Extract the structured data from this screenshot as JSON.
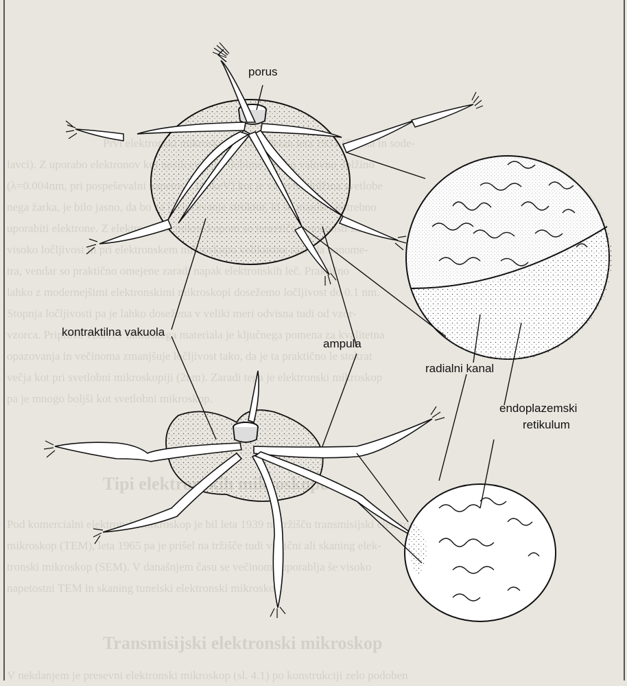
{
  "labels": {
    "porus": "porus",
    "kontraktilna_vakuola": "kontraktilna vakuola",
    "ampula": "ampula",
    "radialni_kanal": "radialni kanal",
    "endoplazemski": "endoplazemski",
    "retikulum": "retikulum"
  },
  "background_text": {
    "para1": [
      "Prvi elektronski mikroskop je bil izdelan leta 1931 (Ruska in sode-",
      "lavci). Z uporabo elektronov kot nosilcev slike dobimo kratko valovno dolžino",
      "(λ=0.004nm, pri pospeševalni napetosti 100keV) kot je valovna dolžina svetlobe",
      "nega žarka, je bilo jasno, da bo za razločevanje struktur, ki so manjše, potrebno",
      "uporabiti elektrone. Z elektronskim mikroskopom so teoretične možnosti za",
      "visoko ločljivost in pri elektronskem mikroskopu velikostne razreda nanome-",
      "tra, vendar so praktično omejene zaradi napak elektronskih leč. Praktično",
      "lahko z modernejšimi elektronskimi mikroskopi dosežemo ločljivost do 0.1 nm.",
      "Stopnja ločljivosti pa je lahko dosežena v veliki meri odvisna tudi od vzor-",
      "vzorca. Priprava vzorcev biološkega materiala je ključnega pomena za kvalitetna",
      "opazovanja in večinoma zmanjšuje ločljivost tako, da je ta praktično le stokrat",
      "večja kot pri svetlobni mikroskopiji (2nm). Zaradi tega je elektronski mikroskop",
      "pa je mnogo boljši kot svetlobni mikroskop."
    ],
    "heading1": "Tipi elektronskih mikroskopov",
    "para2": [
      "Pod komercialni elektronski mikroskop je bil leta 1939 na tržišču transmisijski elektronski",
      "mikroskop (TEM), leta 1965 pa je prišel na tržišče tudi vrstični ali skaning elek-",
      "tronski mikroskop (SEM). V današnjem času se večinoma uporablja še visoko",
      "napetostni TEM in skaning tunelski elektronski mikroskop."
    ],
    "heading2": "Transmisijski elektronski mikroskop",
    "para3": [
      "V nekdanjem je presevni elektronski mikroskop (sl. 4.1) po konstrukciji zelo podoben"
    ]
  }
}
